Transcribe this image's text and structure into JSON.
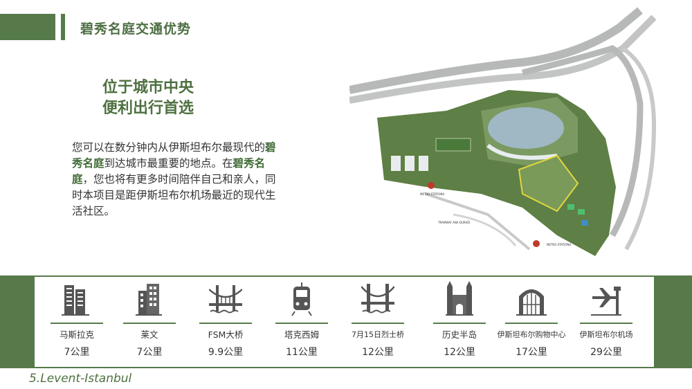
{
  "header": {
    "title": "碧秀名庭交通优势"
  },
  "headline": {
    "line1": "位于城市中央",
    "line2": "便利出行首选"
  },
  "body": {
    "part1": "您可以在数分钟内从伊斯坦布尔最现代的",
    "bold1": "碧秀名庭",
    "part2": "到达城市最重要的地点。在",
    "bold2": "碧秀名庭",
    "part3": "，您也将有更多时间陪伴自己和亲人，同时本项目是距伊斯坦布尔机场最近的现代生活社区。"
  },
  "map_labels": {
    "metro1": "METRO STATIONU",
    "metro2": "METRO STATIONU",
    "tramway": "TRAMWAY ANA DURAĞI"
  },
  "destinations": [
    {
      "label": "马斯拉克",
      "distance": "7公里",
      "icon": "office-towers-icon"
    },
    {
      "label": "莱文",
      "distance": "7公里",
      "icon": "office-building-icon"
    },
    {
      "label": "FSM大桥",
      "distance": "9.9公里",
      "icon": "bridge-icon"
    },
    {
      "label": "塔克西姆",
      "distance": "11公里",
      "icon": "tram-icon"
    },
    {
      "label": "7月15日烈士桥",
      "distance": "12公里",
      "icon": "suspension-bridge-icon"
    },
    {
      "label": "历史半岛",
      "distance": "12公里",
      "icon": "historic-tower-icon"
    },
    {
      "label": "伊斯坦布尔购物中心",
      "distance": "17公里",
      "icon": "mall-icon"
    },
    {
      "label": "伊斯坦布尔机场",
      "distance": "29公里",
      "icon": "airport-icon"
    }
  ],
  "footer": {
    "text": "5.Levent-Istanbul"
  },
  "colors": {
    "brand_green": "#567a4a",
    "headline_green": "#4d7040"
  }
}
